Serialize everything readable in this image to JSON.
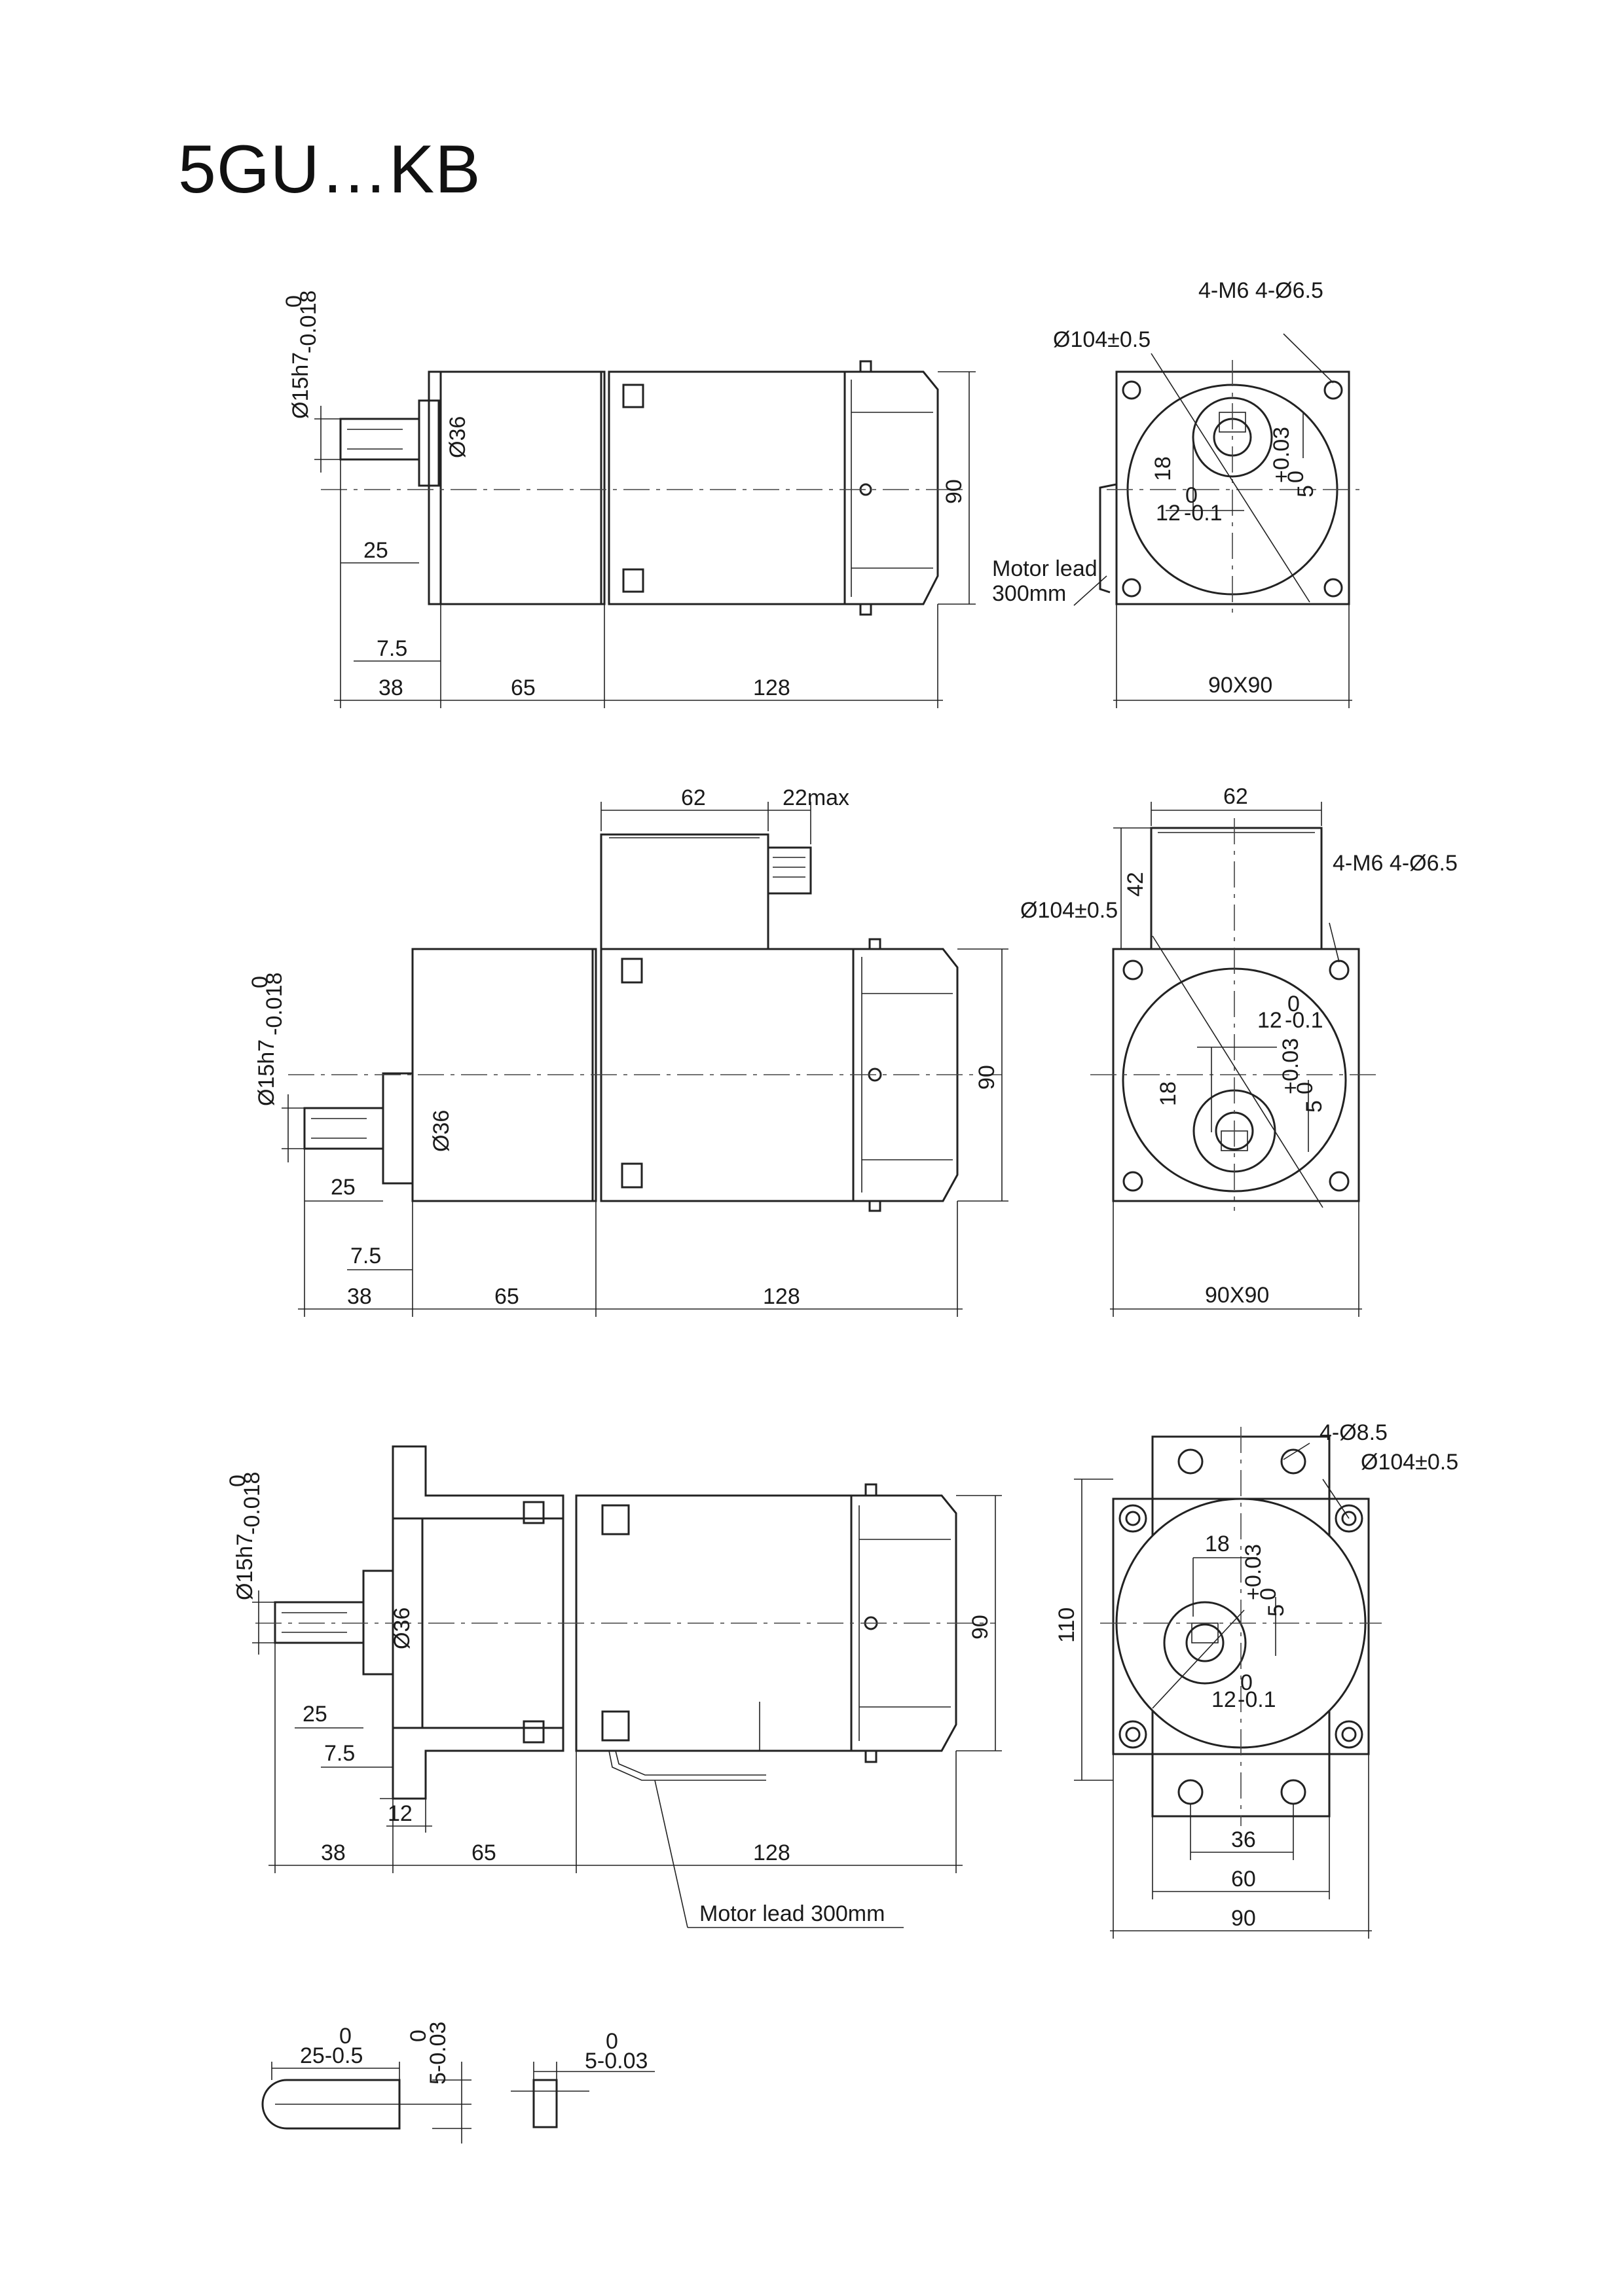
{
  "title": "5GU…KB",
  "views": {
    "v1_side": {
      "shaft_dia": "Ø15h7",
      "shaft_tol_upper": "0",
      "shaft_tol_lower": "-0.018",
      "boss_dia": "Ø36",
      "key_len": "25",
      "flange": "7.5",
      "dim_38": "38",
      "dim_65": "65",
      "dim_128": "128",
      "height": "90"
    },
    "v1_front": {
      "holes": "4-M6   4-Ø6.5",
      "pcd": "Ø104±0.5",
      "key_18": "18",
      "key_12": "12",
      "key_12_upper": "0",
      "key_12_lower": "-0.1",
      "key_5": "5",
      "key_5_upper": "+0.03",
      "key_5_lower": "0",
      "lead_line1": "Motor lead",
      "lead_line2": "300mm",
      "width": "90X90"
    },
    "v2_side": {
      "box_width": "62",
      "gland": "22max",
      "shaft_dia": "Ø15h7",
      "shaft_tol_upper": "0",
      "shaft_tol_lower": "-0.018",
      "boss_dia": "Ø36",
      "key_len": "25",
      "flange": "7.5",
      "dim_38": "38",
      "dim_65": "65",
      "dim_128": "128",
      "height": "90"
    },
    "v2_front": {
      "box_width": "62",
      "box_height": "42",
      "holes": "4-M6   4-Ø6.5",
      "pcd": "Ø104±0.5",
      "key_12": "12",
      "key_12_upper": "0",
      "key_12_lower": "-0.1",
      "key_18": "18",
      "key_5": "5",
      "key_5_upper": "+0.03",
      "key_5_lower": "0",
      "width": "90X90"
    },
    "v3_side": {
      "shaft_dia": "Ø15h7",
      "shaft_tol_upper": "0",
      "shaft_tol_lower": "-0.018",
      "boss_dia": "Ø36",
      "key_len": "25",
      "flange": "7.5",
      "dim_12": "12",
      "dim_38": "38",
      "dim_65": "65",
      "dim_128": "128",
      "height": "90",
      "lead": "Motor lead 300mm"
    },
    "v3_front": {
      "holes": "4-Ø8.5",
      "pcd": "Ø104±0.5",
      "key_18": "18",
      "key_5": "5",
      "key_5_upper": "+0.03",
      "key_5_lower": "0",
      "key_12": "12",
      "key_12_upper": "0",
      "key_12_lower": "-0.1",
      "height": "110",
      "dim_36": "36",
      "dim_60": "60",
      "dim_90": "90"
    },
    "key": {
      "len": "25-0.5",
      "len_upper": "0",
      "width": "5-0.03",
      "width_upper": "0",
      "end_width": "5-0.03",
      "end_upper": "0"
    }
  }
}
